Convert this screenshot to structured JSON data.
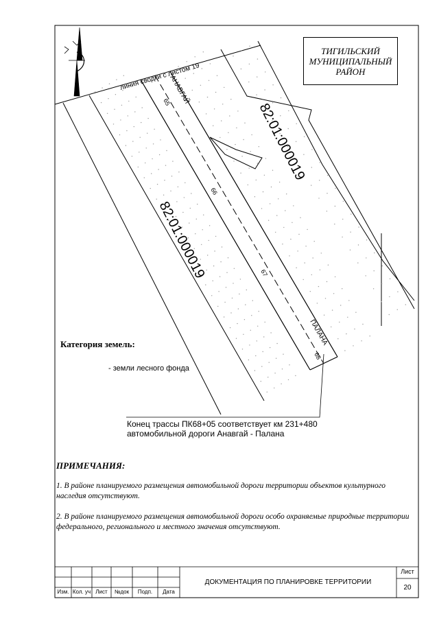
{
  "region": {
    "line1": "ТИГИЛЬСКИЙ",
    "line2": "МУНИЦИПАЛЬНЫЙ",
    "line3": "РАЙОН"
  },
  "map": {
    "junction_line_label": "линия сводки с листом 19",
    "cadastral_left": "82:01:000019",
    "cadastral_right": "82:01:000019",
    "direction_start": "АНАВГАЙ",
    "direction_end": "ПАЛАНА",
    "pickets": [
      "65",
      "66",
      "67",
      "68"
    ]
  },
  "legend": {
    "title": "Категория земель:",
    "item": "- земли лесного фонда"
  },
  "callout": {
    "line1": "Конец трассы ПК68+05 соответствует км 231+480",
    "line2": "автомобильной дороги Анавгай - Палана"
  },
  "notes": {
    "title": "ПРИМЕЧАНИЯ:",
    "items": [
      "1. В районе планируемого размещения автомобильной дороги территории объектов культурного наследия отсутствуют.",
      "2. В районе планируемого размещения автомобильной дороги особо охраняемые природные территории федерального, регионального и местного значения отсутствуют."
    ]
  },
  "title_block": {
    "columns": [
      "Изм.",
      "Кол. уч",
      "Лист",
      "№док",
      "Подп.",
      "Дата"
    ],
    "document_title": "ДОКУМЕНТАЦИЯ ПО ПЛАНИРОВКЕ ТЕРРИТОРИИ",
    "sheet_label": "Лист",
    "sheet_number": "20"
  },
  "colors": {
    "line": "#000000",
    "dots": "#9a9a9a",
    "paper": "#ffffff"
  }
}
